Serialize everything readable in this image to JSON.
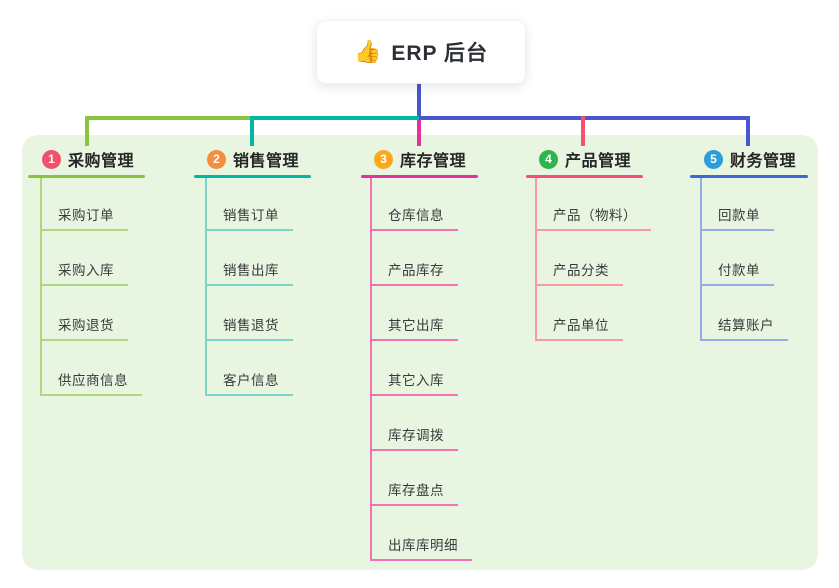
{
  "root": {
    "icon": "👍",
    "title": "ERP 后台"
  },
  "branches": [
    {
      "num": "1",
      "title": "采购管理",
      "color": "#8ac43f",
      "color_light": "#aed77f",
      "badge": "#f3506b",
      "children": [
        "采购订单",
        "采购入库",
        "采购退货",
        "供应商信息"
      ]
    },
    {
      "num": "2",
      "title": "销售管理",
      "color": "#00b8a2",
      "color_light": "#79d5c8",
      "badge": "#f78e3e",
      "children": [
        "销售订单",
        "销售出库",
        "销售退货",
        "客户信息"
      ]
    },
    {
      "num": "3",
      "title": "库存管理",
      "color": "#e6309b",
      "color_light": "#f173b4",
      "badge": "#f9a91c",
      "children": [
        "仓库信息",
        "产品库存",
        "其它出库",
        "其它入库",
        "库存调拨",
        "库存盘点",
        "出库库明细"
      ]
    },
    {
      "num": "4",
      "title": "产品管理",
      "color": "#f4516c",
      "color_light": "#f89aa6",
      "badge": "#2fb44f",
      "children": [
        "产品（物料）",
        "产品分类",
        "产品单位"
      ]
    },
    {
      "num": "5",
      "title": "财务管理",
      "color": "#3e68d6",
      "color_light": "#93ade8",
      "badge": "#2d9ed8",
      "children": [
        "回款单",
        "付款单",
        "结算账户"
      ]
    }
  ],
  "colors": {
    "canvas_bg": "#ffffff",
    "panel_bg": "#e8f5e1",
    "root_line": "#4857cf",
    "text_dark": "#262626",
    "text_child": "#3a3a3a"
  }
}
